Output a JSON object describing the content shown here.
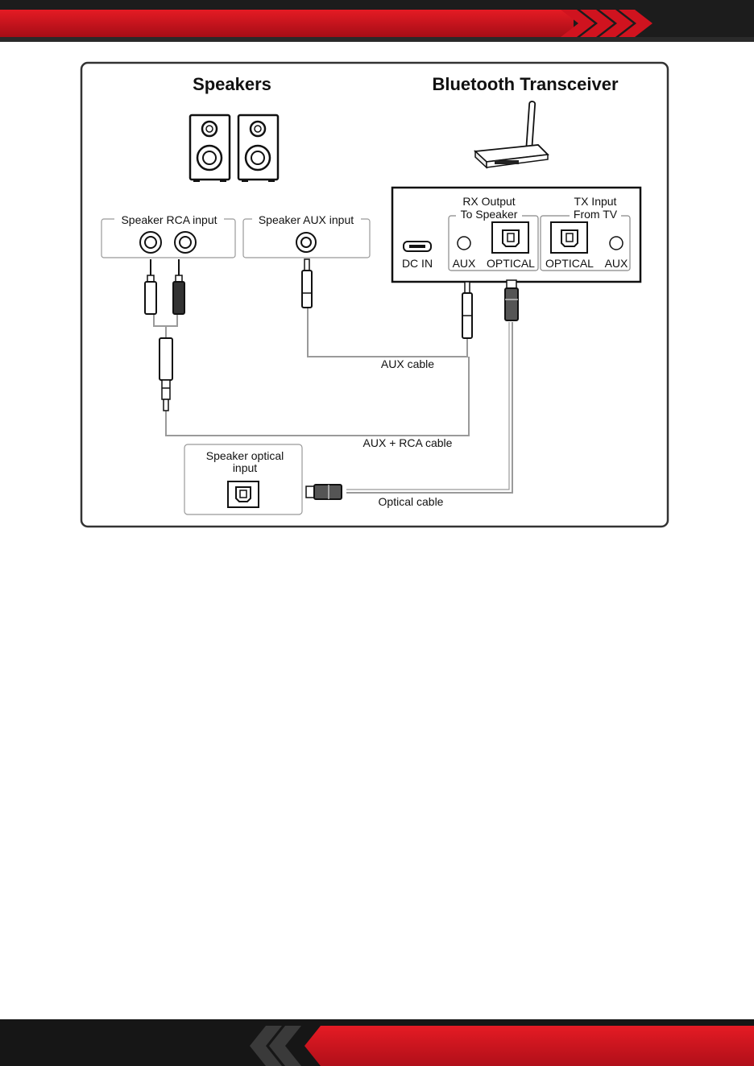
{
  "diagram": {
    "speakers_title": "Speakers",
    "transceiver_title": "Bluetooth Transceiver",
    "speaker_rca_input": "Speaker RCA input",
    "speaker_aux_input": "Speaker AUX input",
    "rx_output_line1": "RX Output",
    "rx_output_line2": "To Speaker",
    "tx_input_line1": "TX Input",
    "tx_input_line2": "From TV",
    "dc_in": "DC IN",
    "rx_aux": "AUX",
    "rx_optical": "OPTICAL",
    "tx_optical": "OPTICAL",
    "tx_aux": "AUX",
    "aux_cable": "AUX cable",
    "aux_rca_cable": "AUX + RCA cable",
    "speaker_optical_line1": "Speaker optical",
    "speaker_optical_line2": "input",
    "optical_cable": "Optical cable"
  },
  "colors": {
    "brand_red": "#d0131f",
    "dark_band": "#1a1a1a",
    "line_gray": "#9a9a9a",
    "frame_gray": "#333333"
  }
}
